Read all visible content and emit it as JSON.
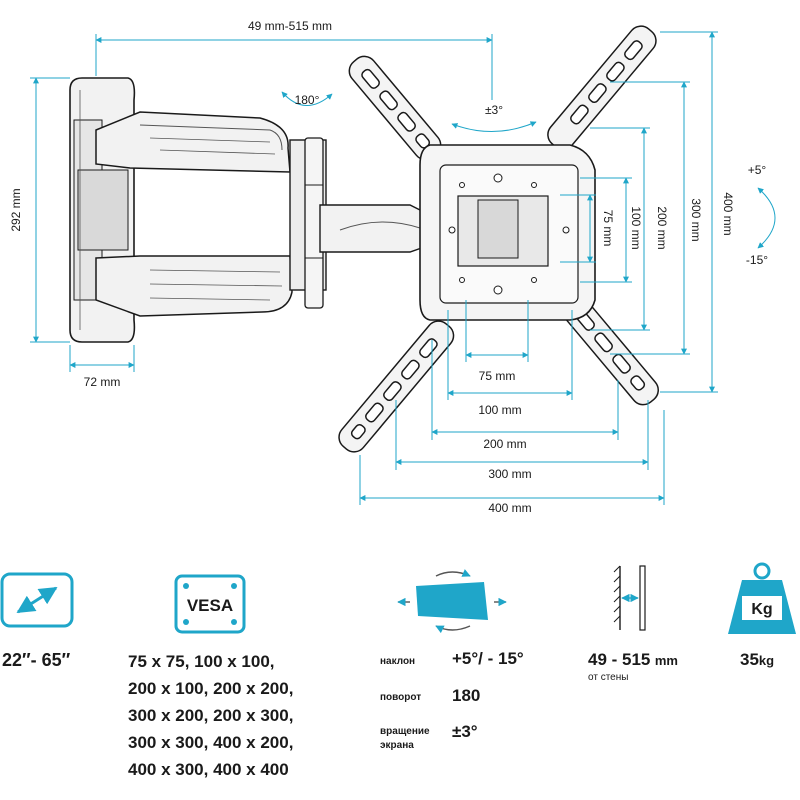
{
  "colors": {
    "accent": "#1fa6c9",
    "line": "#1a1a1a",
    "gray": "#555555"
  },
  "dimensions": {
    "arm_extension": "49 mm-515 mm",
    "swivel": "180°",
    "tilt_rotate": "±3°",
    "tilt_up": "+5°",
    "tilt_down": "-15°",
    "wall_height": "292 mm",
    "wall_depth": "72 mm",
    "v75": "75 mm",
    "v100": "100 mm",
    "v200": "200 mm",
    "v300": "300 mm",
    "v400": "400 mm",
    "h75": "75 mm",
    "h100": "100 mm",
    "h200": "200 mm",
    "h300": "300 mm",
    "h400": "400 mm"
  },
  "specs": {
    "screen_size": "22″- 65″",
    "vesa_badge": "VESA",
    "vesa_lines": [
      "75 x 75, 100 x 100,",
      "200 x 100, 200 x 200,",
      "300 x 200, 200 x 300,",
      "300 x 300, 400 x 200,",
      "400 x 300, 400 x 400"
    ],
    "tilt_label": "наклон",
    "tilt_value": "+5°/ - 15°",
    "swivel_label": "поворот",
    "swivel_value": "180",
    "rotation_label_1": "вращение",
    "rotation_label_2": "экрана",
    "rotation_value": "±3°",
    "wall_distance": "49 - 515",
    "wall_distance_unit": "mm",
    "wall_distance_label": "от стены",
    "weight_badge": "Kg",
    "max_load": "35",
    "max_load_unit": "kg"
  }
}
